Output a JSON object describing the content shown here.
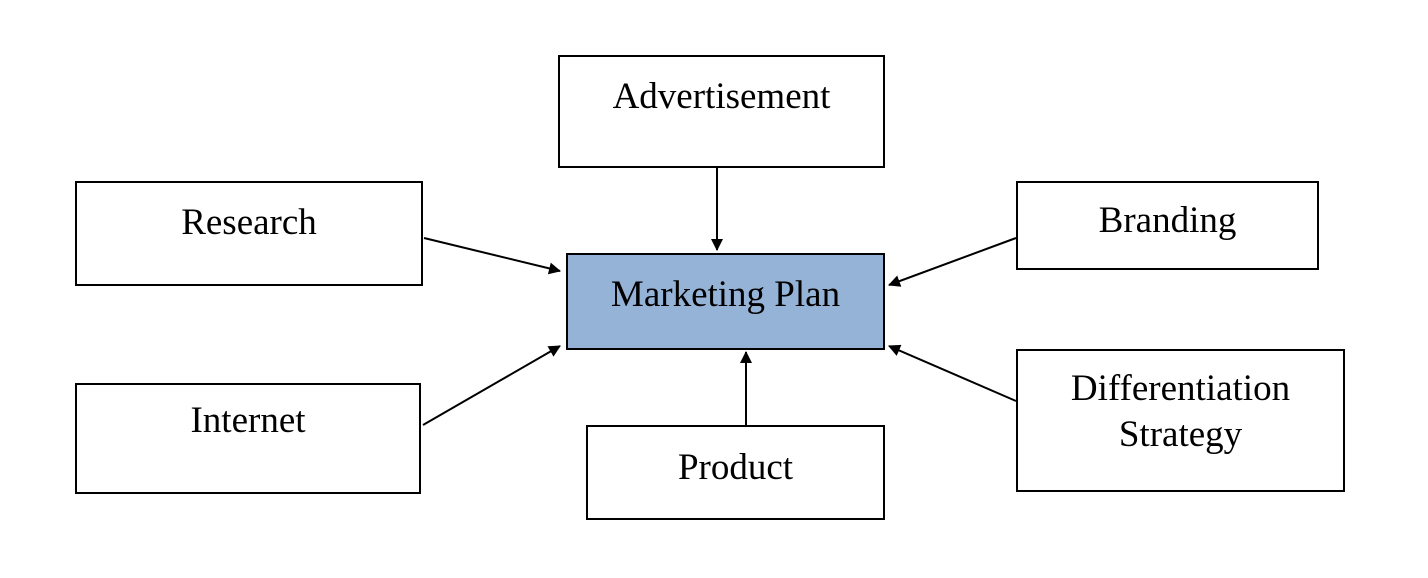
{
  "diagram": {
    "type": "hub-and-spoke",
    "center": {
      "id": "marketing-plan",
      "label": "Marketing Plan",
      "fill": "#95b3d7"
    },
    "nodes": [
      {
        "id": "advertisement",
        "label": "Advertisement"
      },
      {
        "id": "research",
        "label": "Research"
      },
      {
        "id": "branding",
        "label": "Branding"
      },
      {
        "id": "internet",
        "label": "Internet"
      },
      {
        "id": "product",
        "label": "Product"
      },
      {
        "id": "differentiation-strategy",
        "label_line1": "Differentiation",
        "label_line2": "Strategy"
      }
    ],
    "edges": [
      {
        "from": "advertisement",
        "to": "marketing-plan"
      },
      {
        "from": "research",
        "to": "marketing-plan"
      },
      {
        "from": "branding",
        "to": "marketing-plan"
      },
      {
        "from": "internet",
        "to": "marketing-plan"
      },
      {
        "from": "product",
        "to": "marketing-plan"
      },
      {
        "from": "differentiation-strategy",
        "to": "marketing-plan"
      }
    ],
    "colors": {
      "line": "#000000",
      "box_border": "#000000",
      "box_fill": "#ffffff"
    }
  }
}
